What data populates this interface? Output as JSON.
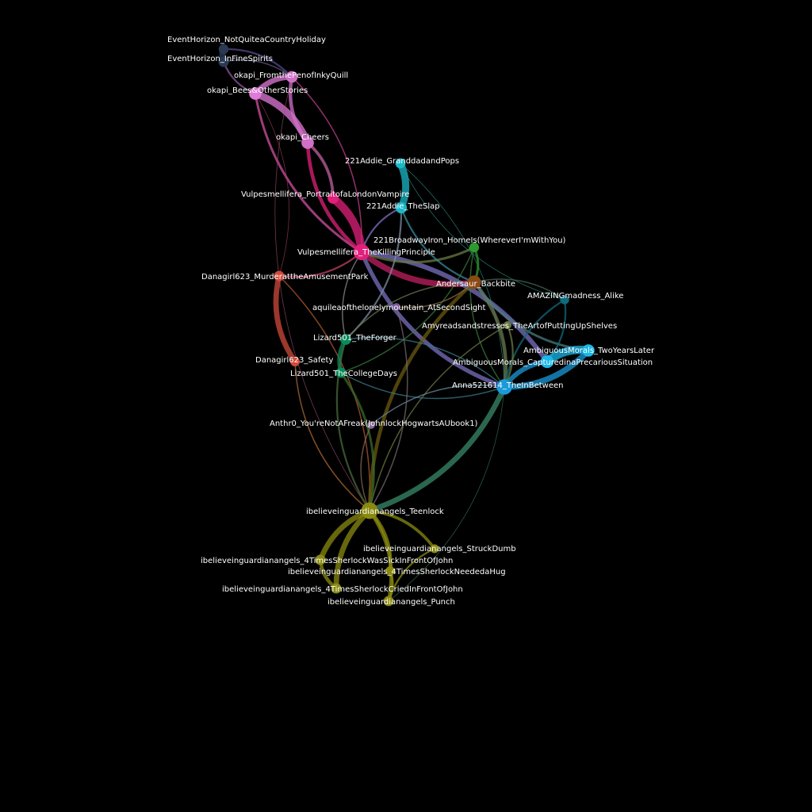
{
  "graph": {
    "nodes": [
      {
        "id": "eh_country",
        "label": "EventHorizon_NotQuiteaCountryHoliday",
        "color": "#2a3a55"
      },
      {
        "id": "eh_spirits",
        "label": "EventHorizon_InFineSpirits",
        "color": "#2a3a55"
      },
      {
        "id": "okapi_pen",
        "label": "okapi_FromthePenofInkyQuill",
        "color": "#d070c8"
      },
      {
        "id": "okapi_bees",
        "label": "okapi_Bees&OtherStories",
        "color": "#e07ad8"
      },
      {
        "id": "okapi_cheers",
        "label": "okapi_Cheers",
        "color": "#d070c8"
      },
      {
        "id": "addie_pops",
        "label": "221Addie_GranddadandPops",
        "color": "#1ab8c8"
      },
      {
        "id": "vulpes_vampire",
        "label": "Vulpesmellifera_PortraitofaLondonVampire",
        "color": "#e0207a"
      },
      {
        "id": "addie_slap",
        "label": "221Addie_TheSlap",
        "color": "#1ab8c8"
      },
      {
        "id": "iron_home",
        "label": "221BroadwayIron_HomeIs(WhereverI'mWithYou)",
        "color": "#2e9a2e"
      },
      {
        "id": "vulpes_killing",
        "label": "Vulpesmellifera_TheKillingPrinciple",
        "color": "#e0207a"
      },
      {
        "id": "dana_murder",
        "label": "Danagirl623_MurderattheAmusementPark",
        "color": "#d04a3a"
      },
      {
        "id": "andersaur",
        "label": "Andersaur_Backbite",
        "color": "#8a4a14"
      },
      {
        "id": "amazing",
        "label": "AMAZINGmadness_Alike",
        "color": "#0f6a7a"
      },
      {
        "id": "aquilea",
        "label": "aquileaofthelonelymountain_AtSecondSight",
        "color": "#7a5a9a"
      },
      {
        "id": "amyreads",
        "label": "Amyreadsandstresses_TheArtofPuttingUpShelves",
        "color": "#6a7a40"
      },
      {
        "id": "lizard_forger",
        "label": "Lizard501_TheForger",
        "color": "#0a8a5a"
      },
      {
        "id": "ambig_two",
        "label": "AmbiguousMorals_TwoYearsLater",
        "color": "#1ab8e8"
      },
      {
        "id": "dana_safety",
        "label": "Danagirl623_Safety",
        "color": "#d04a3a"
      },
      {
        "id": "ambig_caught",
        "label": "AmbiguousMorals_CapturedinaPrecariousSituation",
        "color": "#1ab8e8"
      },
      {
        "id": "lizard_college",
        "label": "Lizard501_TheCollegeDays",
        "color": "#0a8a5a"
      },
      {
        "id": "anna",
        "label": "Anna521614_TheInBetween",
        "color": "#1a9ad8"
      },
      {
        "id": "anthr0",
        "label": "Anthr0_You'reNotAFreak(JohnlockHogwartsAUbook1)",
        "color": "#8a6a9a"
      },
      {
        "id": "ibel_teenlock",
        "label": "ibelieveinguardianangels_Teenlock",
        "color": "#8a8a10"
      },
      {
        "id": "ibel_struck",
        "label": "ibelieveinguardianangels_StruckDumb",
        "color": "#8a8a10"
      },
      {
        "id": "ibel_sick",
        "label": "ibelieveinguardianangels_4TimesSherlockWasSickInFrontOfJohn",
        "color": "#8a8a10"
      },
      {
        "id": "ibel_hug",
        "label": "ibelieveinguardianangels_4TimesSherlockNeededaHug",
        "color": "#8a8a10"
      },
      {
        "id": "ibel_cried",
        "label": "ibelieveinguardianangels_4TimesSherlockCriedInFrontOfJohn",
        "color": "#8a8a10"
      },
      {
        "id": "ibel_punch",
        "label": "ibelieveinguardianangels_Punch",
        "color": "#8a8a10"
      }
    ],
    "edges": [
      {
        "s": "eh_country",
        "t": "eh_spirits",
        "w": 10,
        "color": "#2a3a55"
      },
      {
        "s": "eh_country",
        "t": "okapi_pen",
        "w": 3,
        "color": "#5a4a8a"
      },
      {
        "s": "eh_spirits",
        "t": "okapi_bees",
        "w": 3,
        "color": "#8a5a9a"
      },
      {
        "s": "eh_spirits",
        "t": "okapi_pen",
        "w": 2,
        "color": "#5a5a8a"
      },
      {
        "s": "okapi_pen",
        "t": "okapi_bees",
        "w": 9,
        "color": "#e07ad8"
      },
      {
        "s": "okapi_bees",
        "t": "okapi_cheers",
        "w": 12,
        "color": "#e07ad8"
      },
      {
        "s": "okapi_pen",
        "t": "okapi_cheers",
        "w": 6,
        "color": "#d070c8"
      },
      {
        "s": "okapi_cheers",
        "t": "vulpes_vampire",
        "w": 5,
        "color": "#c060a0"
      },
      {
        "s": "okapi_bees",
        "t": "vulpes_killing",
        "w": 4,
        "color": "#d050a0"
      },
      {
        "s": "okapi_pen",
        "t": "vulpes_killing",
        "w": 2,
        "color": "#c04090"
      },
      {
        "s": "okapi_cheers",
        "t": "vulpes_killing",
        "w": 6,
        "color": "#e0207a"
      },
      {
        "s": "okapi_bees",
        "t": "dana_murder",
        "w": 1,
        "color": "#a04060"
      },
      {
        "s": "okapi_pen",
        "t": "ibel_teenlock",
        "w": 1,
        "color": "#a05070"
      },
      {
        "s": "vulpes_vampire",
        "t": "vulpes_killing",
        "w": 14,
        "color": "#e0207a"
      },
      {
        "s": "vulpes_killing",
        "t": "andersaur",
        "w": 10,
        "color": "#c02060"
      },
      {
        "s": "vulpes_killing",
        "t": "ambig_caught",
        "w": 8,
        "color": "#7a70c0"
      },
      {
        "s": "vulpes_killing",
        "t": "anna",
        "w": 7,
        "color": "#7a70c0"
      },
      {
        "s": "vulpes_killing",
        "t": "dana_murder",
        "w": 3,
        "color": "#c04060"
      },
      {
        "s": "vulpes_killing",
        "t": "iron_home",
        "w": 4,
        "color": "#6a7a40"
      },
      {
        "s": "vulpes_killing",
        "t": "addie_slap",
        "w": 3,
        "color": "#7a70c0"
      },
      {
        "s": "vulpes_killing",
        "t": "lizard_forger",
        "w": 2,
        "color": "#8a8a90"
      },
      {
        "s": "addie_pops",
        "t": "addie_slap",
        "w": 12,
        "color": "#1ab8c8"
      },
      {
        "s": "addie_slap",
        "t": "andersaur",
        "w": 3,
        "color": "#3a8a9a"
      },
      {
        "s": "addie_slap",
        "t": "lizard_forger",
        "w": 3,
        "color": "#7a8aa0"
      },
      {
        "s": "addie_pops",
        "t": "amazing",
        "w": 1,
        "color": "#2a9a8a"
      },
      {
        "s": "addie_pops",
        "t": "anna",
        "w": 1,
        "color": "#2a9a8a"
      },
      {
        "s": "dana_murder",
        "t": "dana_safety",
        "w": 9,
        "color": "#d04a3a"
      },
      {
        "s": "dana_murder",
        "t": "ibel_teenlock",
        "w": 2,
        "color": "#b05a30"
      },
      {
        "s": "dana_safety",
        "t": "ibel_teenlock",
        "w": 2,
        "color": "#b06a30"
      },
      {
        "s": "iron_home",
        "t": "andersaur",
        "w": 4,
        "color": "#2e9a2e"
      },
      {
        "s": "iron_home",
        "t": "anna",
        "w": 2,
        "color": "#3a7a3a"
      },
      {
        "s": "iron_home",
        "t": "lizard_college",
        "w": 2,
        "color": "#3a7a3a"
      },
      {
        "s": "andersaur",
        "t": "ibel_teenlock",
        "w": 6,
        "color": "#6a5a10"
      },
      {
        "s": "andersaur",
        "t": "anna",
        "w": 6,
        "color": "#6a7a50"
      },
      {
        "s": "andersaur",
        "t": "ambig_two",
        "w": 4,
        "color": "#4a7a7a"
      },
      {
        "s": "andersaur",
        "t": "amazing",
        "w": 2,
        "color": "#4a6a5a"
      },
      {
        "s": "andersaur",
        "t": "lizard_forger",
        "w": 2,
        "color": "#6a7a50"
      },
      {
        "s": "andersaur",
        "t": "aquilea",
        "w": 2,
        "color": "#8a6a40"
      },
      {
        "s": "amazing",
        "t": "anna",
        "w": 3,
        "color": "#0f6a7a"
      },
      {
        "s": "amazing",
        "t": "ambig_caught",
        "w": 3,
        "color": "#0f6a7a"
      },
      {
        "s": "ambig_two",
        "t": "ambig_caught",
        "w": 14,
        "color": "#1ab8e8"
      },
      {
        "s": "ambig_two",
        "t": "anna",
        "w": 10,
        "color": "#1a9ad8"
      },
      {
        "s": "ambig_caught",
        "t": "anna",
        "w": 8,
        "color": "#1a9ad8"
      },
      {
        "s": "amyreads",
        "t": "anna",
        "w": 3,
        "color": "#6a7a40"
      },
      {
        "s": "amyreads",
        "t": "ibel_teenlock",
        "w": 2,
        "color": "#6a7a40"
      },
      {
        "s": "anna",
        "t": "ibel_teenlock",
        "w": 9,
        "color": "#3a8a6a"
      },
      {
        "s": "anna",
        "t": "lizard_forger",
        "w": 2,
        "color": "#3a7a8a"
      },
      {
        "s": "anna",
        "t": "lizard_college",
        "w": 2,
        "color": "#3a7a8a"
      },
      {
        "s": "anna",
        "t": "anthr0",
        "w": 2,
        "color": "#6a8aa0"
      },
      {
        "s": "anna",
        "t": "ibel_punch",
        "w": 1,
        "color": "#3a7a5a"
      },
      {
        "s": "lizard_forger",
        "t": "lizard_college",
        "w": 7,
        "color": "#0a8a5a"
      },
      {
        "s": "lizard_college",
        "t": "ibel_teenlock",
        "w": 4,
        "color": "#3a6a2a"
      },
      {
        "s": "lizard_forger",
        "t": "ibel_teenlock",
        "w": 3,
        "color": "#4a6a3a"
      },
      {
        "s": "aquilea",
        "t": "ibel_teenlock",
        "w": 2,
        "color": "#7a6a70"
      },
      {
        "s": "anthr0",
        "t": "ibel_teenlock",
        "w": 2,
        "color": "#8a6a50"
      },
      {
        "s": "ibel_teenlock",
        "t": "ibel_struck",
        "w": 5,
        "color": "#8a8a10"
      },
      {
        "s": "ibel_teenlock",
        "t": "ibel_sick",
        "w": 9,
        "color": "#8a8a10"
      },
      {
        "s": "ibel_teenlock",
        "t": "ibel_hug",
        "w": 6,
        "color": "#8a8a10"
      },
      {
        "s": "ibel_teenlock",
        "t": "ibel_cried",
        "w": 9,
        "color": "#8a8a10"
      },
      {
        "s": "ibel_teenlock",
        "t": "ibel_punch",
        "w": 6,
        "color": "#8a8a10"
      },
      {
        "s": "ibel_sick",
        "t": "ibel_cried",
        "w": 6,
        "color": "#8a8a10"
      },
      {
        "s": "ibel_hug",
        "t": "ibel_punch",
        "w": 4,
        "color": "#8a8a10"
      },
      {
        "s": "ibel_struck",
        "t": "ibel_punch",
        "w": 3,
        "color": "#8a8a10"
      }
    ]
  }
}
